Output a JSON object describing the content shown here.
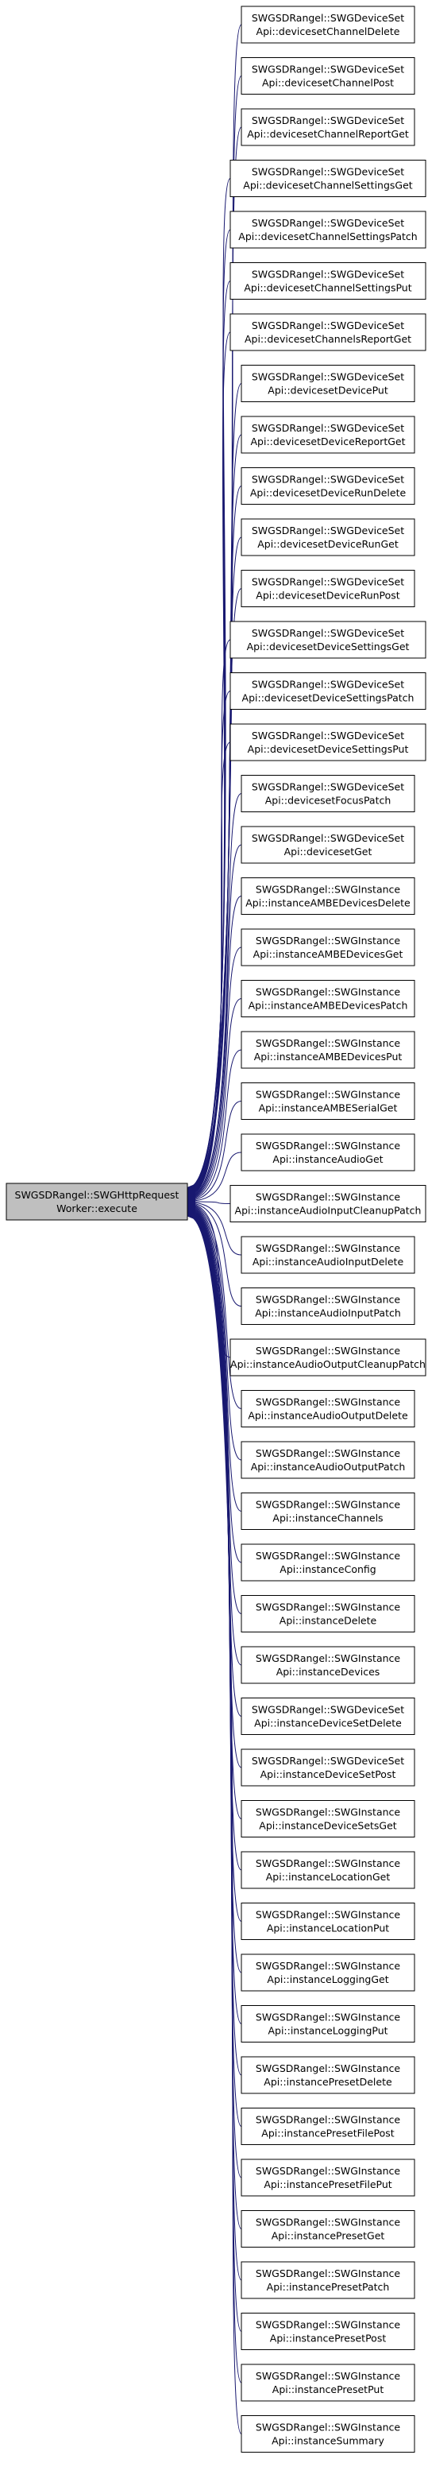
{
  "diagram": {
    "colors": {
      "edge": "#191970",
      "node_fill": "#ffffff",
      "node_stroke": "#000000",
      "root_fill": "#bfbfbf"
    },
    "root": {
      "lines": [
        "SWGSDRangel::SWGHttpRequest",
        "Worker::execute"
      ]
    },
    "callers": [
      {
        "lines": [
          "SWGSDRangel::SWGDeviceSet",
          "Api::devicesetChannelDelete"
        ]
      },
      {
        "lines": [
          "SWGSDRangel::SWGDeviceSet",
          "Api::devicesetChannelPost"
        ]
      },
      {
        "lines": [
          "SWGSDRangel::SWGDeviceSet",
          "Api::devicesetChannelReportGet"
        ]
      },
      {
        "lines": [
          "SWGSDRangel::SWGDeviceSet",
          "Api::devicesetChannelSettingsGet"
        ]
      },
      {
        "lines": [
          "SWGSDRangel::SWGDeviceSet",
          "Api::devicesetChannelSettingsPatch"
        ]
      },
      {
        "lines": [
          "SWGSDRangel::SWGDeviceSet",
          "Api::devicesetChannelSettingsPut"
        ]
      },
      {
        "lines": [
          "SWGSDRangel::SWGDeviceSet",
          "Api::devicesetChannelsReportGet"
        ]
      },
      {
        "lines": [
          "SWGSDRangel::SWGDeviceSet",
          "Api::devicesetDevicePut"
        ]
      },
      {
        "lines": [
          "SWGSDRangel::SWGDeviceSet",
          "Api::devicesetDeviceReportGet"
        ]
      },
      {
        "lines": [
          "SWGSDRangel::SWGDeviceSet",
          "Api::devicesetDeviceRunDelete"
        ]
      },
      {
        "lines": [
          "SWGSDRangel::SWGDeviceSet",
          "Api::devicesetDeviceRunGet"
        ]
      },
      {
        "lines": [
          "SWGSDRangel::SWGDeviceSet",
          "Api::devicesetDeviceRunPost"
        ]
      },
      {
        "lines": [
          "SWGSDRangel::SWGDeviceSet",
          "Api::devicesetDeviceSettingsGet"
        ]
      },
      {
        "lines": [
          "SWGSDRangel::SWGDeviceSet",
          "Api::devicesetDeviceSettingsPatch"
        ]
      },
      {
        "lines": [
          "SWGSDRangel::SWGDeviceSet",
          "Api::devicesetDeviceSettingsPut"
        ]
      },
      {
        "lines": [
          "SWGSDRangel::SWGDeviceSet",
          "Api::devicesetFocusPatch"
        ]
      },
      {
        "lines": [
          "SWGSDRangel::SWGDeviceSet",
          "Api::devicesetGet"
        ]
      },
      {
        "lines": [
          "SWGSDRangel::SWGInstance",
          "Api::instanceAMBEDevicesDelete"
        ]
      },
      {
        "lines": [
          "SWGSDRangel::SWGInstance",
          "Api::instanceAMBEDevicesGet"
        ]
      },
      {
        "lines": [
          "SWGSDRangel::SWGInstance",
          "Api::instanceAMBEDevicesPatch"
        ]
      },
      {
        "lines": [
          "SWGSDRangel::SWGInstance",
          "Api::instanceAMBEDevicesPut"
        ]
      },
      {
        "lines": [
          "SWGSDRangel::SWGInstance",
          "Api::instanceAMBESerialGet"
        ]
      },
      {
        "lines": [
          "SWGSDRangel::SWGInstance",
          "Api::instanceAudioGet"
        ]
      },
      {
        "lines": [
          "SWGSDRangel::SWGInstance",
          "Api::instanceAudioInputCleanupPatch"
        ]
      },
      {
        "lines": [
          "SWGSDRangel::SWGInstance",
          "Api::instanceAudioInputDelete"
        ]
      },
      {
        "lines": [
          "SWGSDRangel::SWGInstance",
          "Api::instanceAudioInputPatch"
        ]
      },
      {
        "lines": [
          "SWGSDRangel::SWGInstance",
          "Api::instanceAudioOutputCleanupPatch"
        ]
      },
      {
        "lines": [
          "SWGSDRangel::SWGInstance",
          "Api::instanceAudioOutputDelete"
        ]
      },
      {
        "lines": [
          "SWGSDRangel::SWGInstance",
          "Api::instanceAudioOutputPatch"
        ]
      },
      {
        "lines": [
          "SWGSDRangel::SWGInstance",
          "Api::instanceChannels"
        ]
      },
      {
        "lines": [
          "SWGSDRangel::SWGInstance",
          "Api::instanceConfig"
        ]
      },
      {
        "lines": [
          "SWGSDRangel::SWGInstance",
          "Api::instanceDelete"
        ]
      },
      {
        "lines": [
          "SWGSDRangel::SWGInstance",
          "Api::instanceDevices"
        ]
      },
      {
        "lines": [
          "SWGSDRangel::SWGDeviceSet",
          "Api::instanceDeviceSetDelete"
        ]
      },
      {
        "lines": [
          "SWGSDRangel::SWGDeviceSet",
          "Api::instanceDeviceSetPost"
        ]
      },
      {
        "lines": [
          "SWGSDRangel::SWGInstance",
          "Api::instanceDeviceSetsGet"
        ]
      },
      {
        "lines": [
          "SWGSDRangel::SWGInstance",
          "Api::instanceLocationGet"
        ]
      },
      {
        "lines": [
          "SWGSDRangel::SWGInstance",
          "Api::instanceLocationPut"
        ]
      },
      {
        "lines": [
          "SWGSDRangel::SWGInstance",
          "Api::instanceLoggingGet"
        ]
      },
      {
        "lines": [
          "SWGSDRangel::SWGInstance",
          "Api::instanceLoggingPut"
        ]
      },
      {
        "lines": [
          "SWGSDRangel::SWGInstance",
          "Api::instancePresetDelete"
        ]
      },
      {
        "lines": [
          "SWGSDRangel::SWGInstance",
          "Api::instancePresetFilePost"
        ]
      },
      {
        "lines": [
          "SWGSDRangel::SWGInstance",
          "Api::instancePresetFilePut"
        ]
      },
      {
        "lines": [
          "SWGSDRangel::SWGInstance",
          "Api::instancePresetGet"
        ]
      },
      {
        "lines": [
          "SWGSDRangel::SWGInstance",
          "Api::instancePresetPatch"
        ]
      },
      {
        "lines": [
          "SWGSDRangel::SWGInstance",
          "Api::instancePresetPost"
        ]
      },
      {
        "lines": [
          "SWGSDRangel::SWGInstance",
          "Api::instancePresetPut"
        ]
      },
      {
        "lines": [
          "SWGSDRangel::SWGInstance",
          "Api::instanceSummary"
        ]
      }
    ]
  }
}
